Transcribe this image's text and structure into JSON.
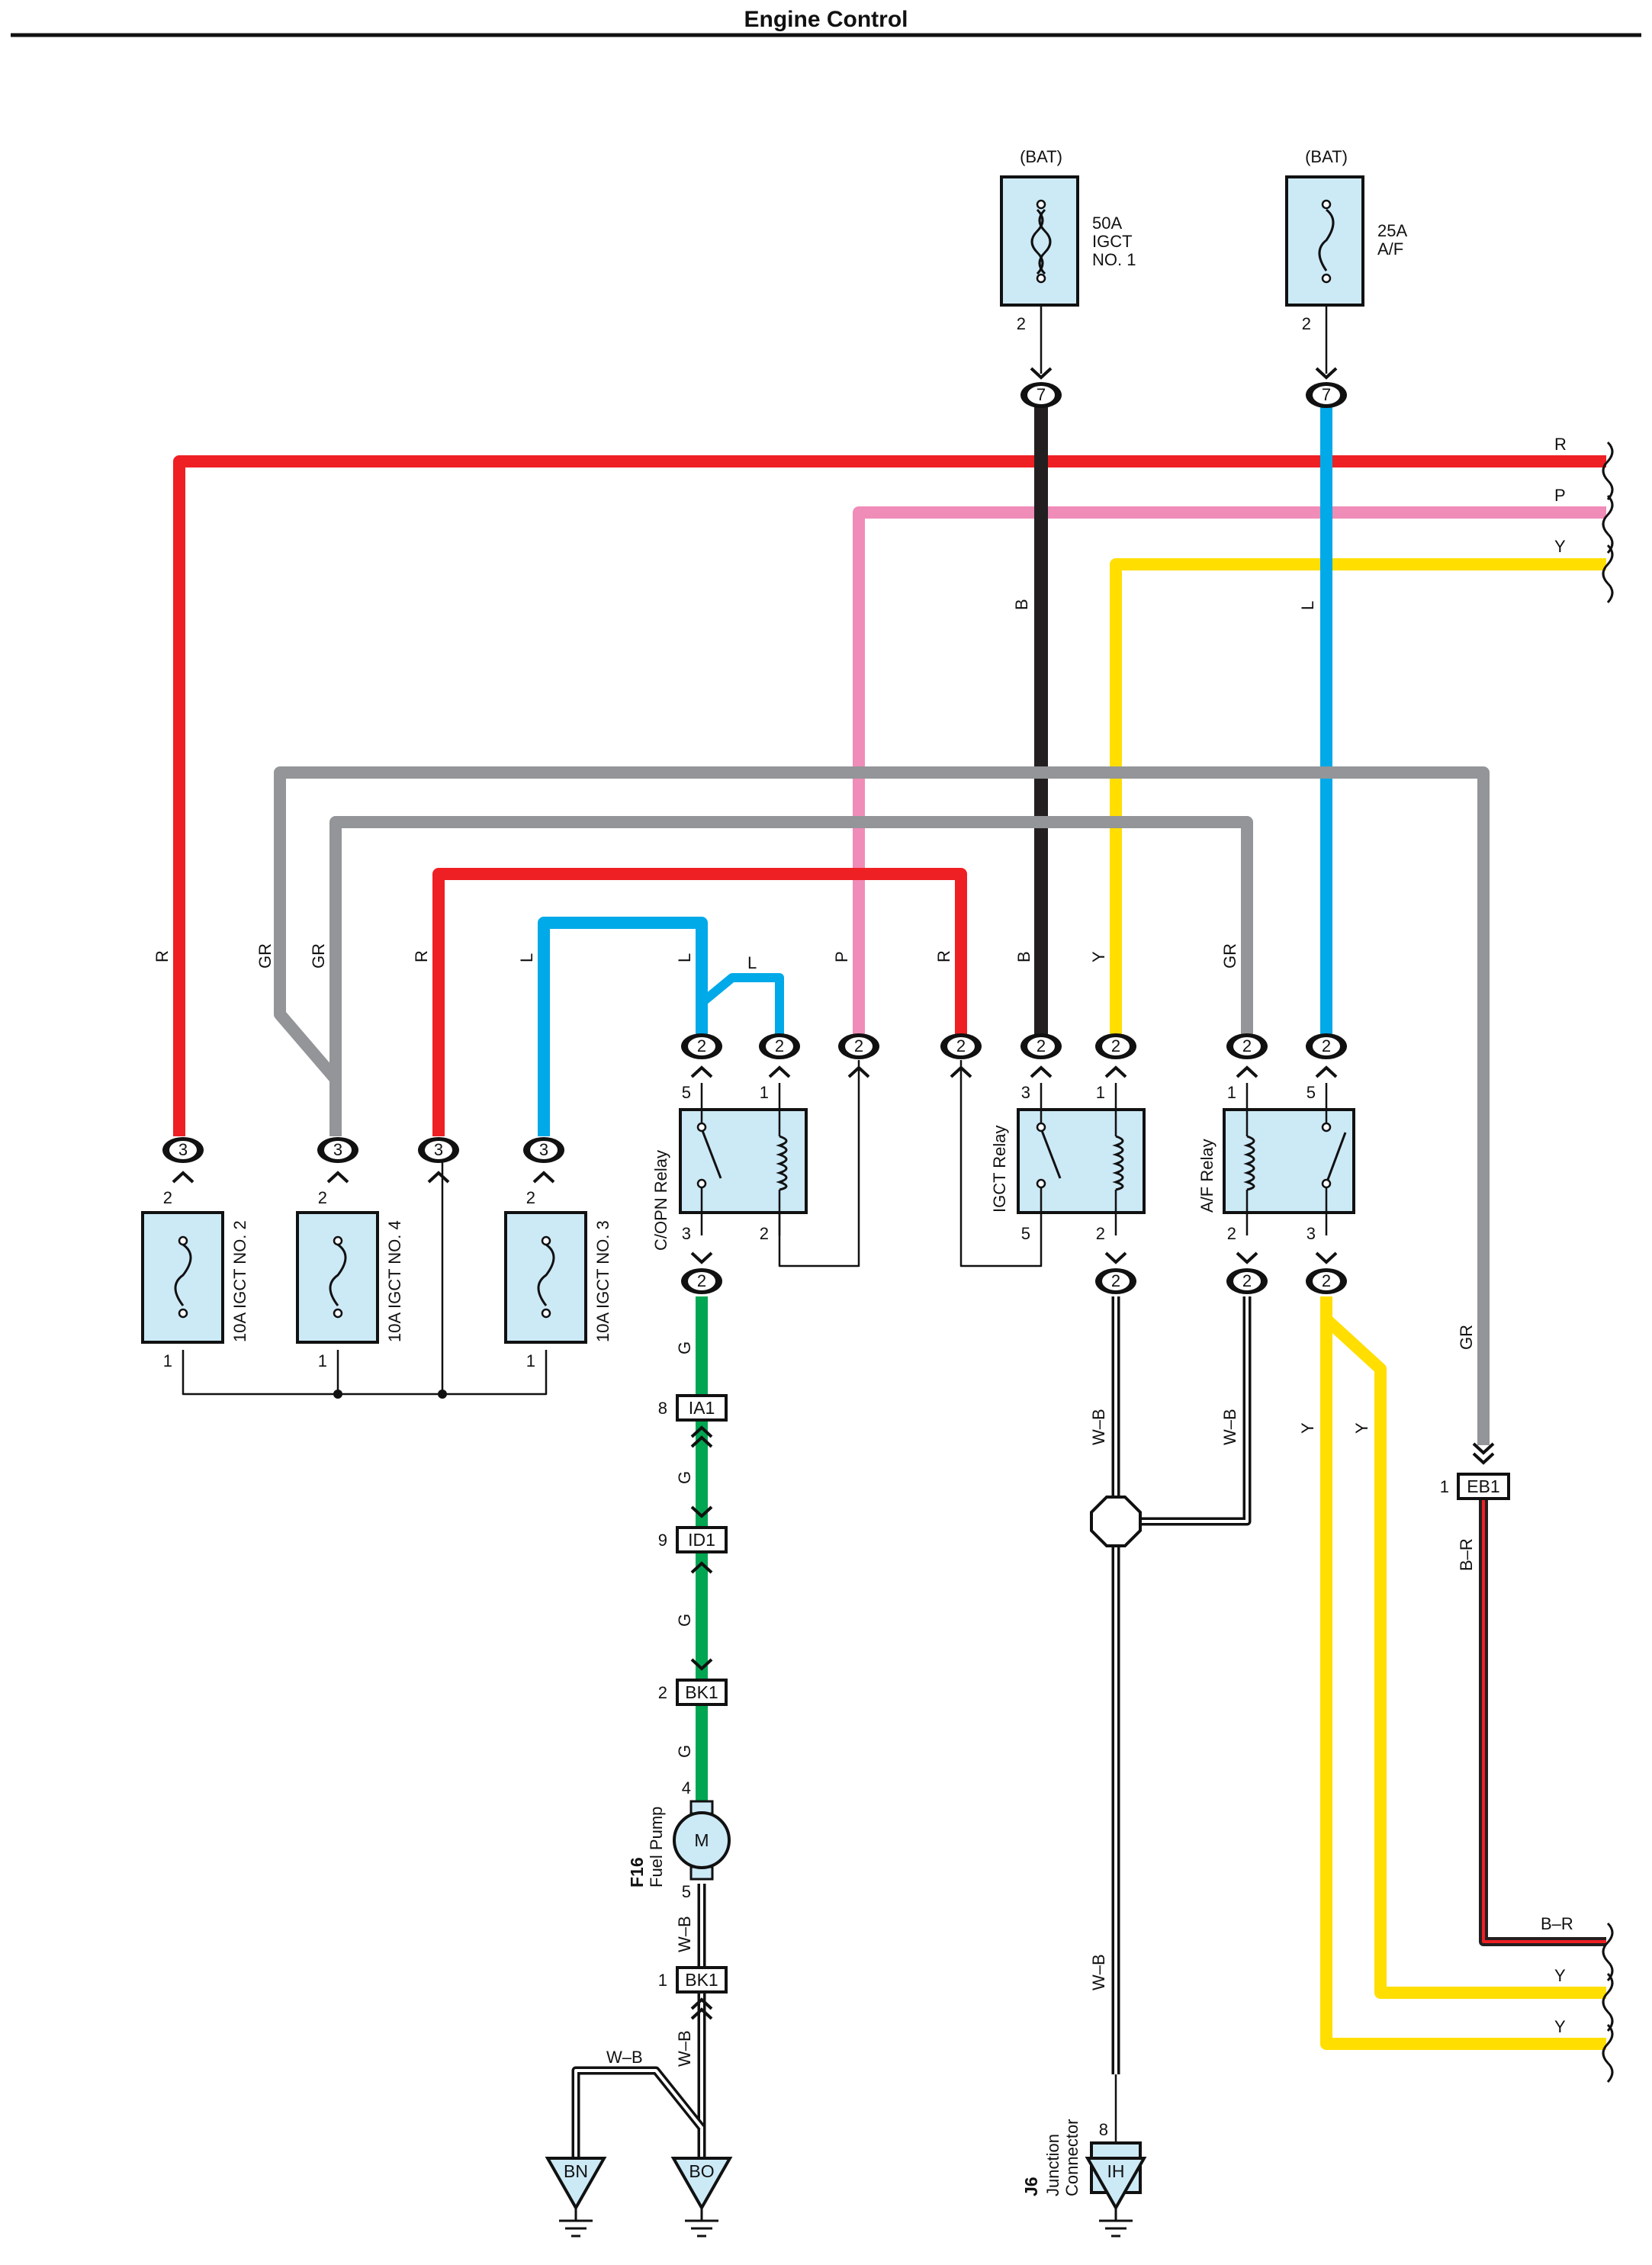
{
  "page": {
    "title": "Engine Control"
  },
  "colors": {
    "R": "#ee2024",
    "P": "#f08cb8",
    "Y": "#ffde00",
    "B": "#231f20",
    "L": "#00a9e8",
    "GR": "#939598",
    "G": "#00a651",
    "box": "#cce9f6"
  },
  "fuses": {
    "igct1": {
      "source": "(BAT)",
      "amp": "50A",
      "name1": "IGCT",
      "name2": "NO. 1",
      "pin": "2",
      "conn": "7"
    },
    "af": {
      "source": "(BAT)",
      "amp": "25A",
      "name1": "A/F",
      "pin": "2",
      "conn": "7"
    },
    "igct2": {
      "label": "10A IGCT NO. 2",
      "pin_top": "2",
      "pin_bottom": "1",
      "conn": "3"
    },
    "igct4": {
      "label": "10A IGCT NO. 4",
      "pin_top": "2",
      "pin_bottom": "1",
      "conn": "3"
    },
    "igct3": {
      "label": "10A IGCT NO. 3",
      "pin_top": "2",
      "pin_bottom": "1",
      "conn": "3"
    }
  },
  "relays": {
    "copn": {
      "name": "C/OPN Relay",
      "pins": [
        "5",
        "1",
        "3",
        "2"
      ],
      "conn": "2"
    },
    "igct": {
      "name": "IGCT Relay",
      "pins": [
        "3",
        "1",
        "5",
        "2"
      ],
      "conn": "2"
    },
    "af": {
      "name": "A/F Relay",
      "pins": [
        "1",
        "5",
        "2",
        "3"
      ],
      "conn": "2"
    }
  },
  "connectors": {
    "ia1": {
      "name": "IA1",
      "pin": "8"
    },
    "id1": {
      "name": "ID1",
      "pin": "9"
    },
    "bk1_top": {
      "name": "BK1",
      "pin": "2"
    },
    "bk1_bot": {
      "name": "BK1",
      "pin": "1"
    },
    "eb1": {
      "name": "EB1",
      "pin": "1"
    }
  },
  "fuel_pump": {
    "code": "F16",
    "name": "Fuel Pump",
    "symbol": "M",
    "pin_top": "4",
    "pin_bottom": "5"
  },
  "junction": {
    "code": "J6",
    "name1": "Junction",
    "name2": "Connector",
    "pin": "8"
  },
  "grounds": {
    "bn": "BN",
    "bo": "BO",
    "ih": "IH"
  },
  "wire_labels": {
    "R": "R",
    "P": "P",
    "Y": "Y",
    "B": "B",
    "L": "L",
    "GR": "GR",
    "G": "G",
    "WB": "W–B",
    "BR": "B–R"
  }
}
